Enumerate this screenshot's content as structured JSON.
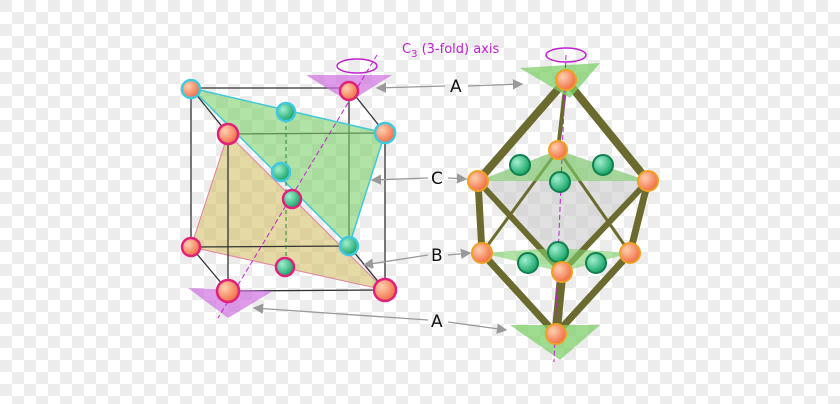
{
  "axis_label": {
    "main": "C",
    "sub": "3",
    "rest": " (3-fold) axis"
  },
  "labels": {
    "a_top": "A",
    "c": "C",
    "b": "B",
    "a_bottom": "A"
  },
  "colors": {
    "axis": "#c020d0",
    "green_plane": "#7fd06a",
    "tan_plane": "#d4bf6a",
    "purple_plane": "#d070e0",
    "atom_orange": "#f48a5a",
    "atom_green": "#2ac08a",
    "bond": "#6b6b30"
  }
}
